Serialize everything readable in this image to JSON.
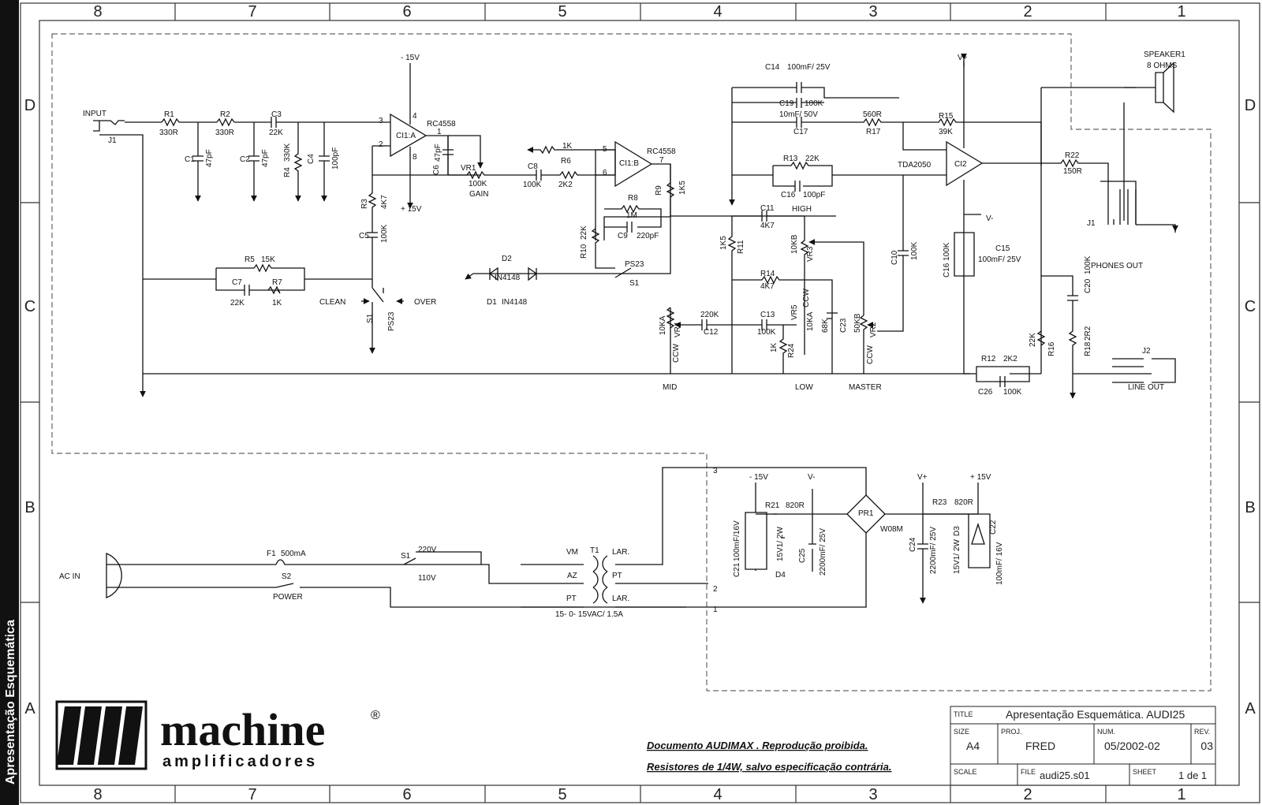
{
  "side_title": "Apresentação Esquemática",
  "zones": {
    "columns": [
      "8",
      "7",
      "6",
      "5",
      "4",
      "3",
      "2",
      "1"
    ],
    "rows": [
      "D",
      "C",
      "B",
      "A"
    ]
  },
  "brand": {
    "name": "machine",
    "registered": "®",
    "subtitle": "amplificadores"
  },
  "notes": {
    "line1": "Documento AUDIMAX . Reprodução proibida.",
    "line2": "Resistores de 1/4W, salvo especificação contrária."
  },
  "title_block": {
    "title_label": "TITLE",
    "title": "Apresentação Esquemática. AUDI25",
    "size_label": "SIZE",
    "size": "A4",
    "proj_label": "PROJ.",
    "proj": "FRED",
    "num_label": "NUM.",
    "num": "05/2002-02",
    "rev_label": "REV.",
    "rev": "03",
    "scale_label": "SCALE",
    "file_label": "FILE",
    "file": "audi25.s01",
    "sheet_label": "SHEET",
    "sheet": "1 de 1"
  },
  "labels": {
    "input": "INPUT",
    "j1": "J1",
    "r1": "R1",
    "r1v": "330R",
    "r2": "R2",
    "r2v": "330R",
    "c3": "C3",
    "c3v": "22K",
    "c1": "C1",
    "c1v": "47pF",
    "c2": "C2",
    "c2v": "47pF",
    "r4": "R4",
    "r4v": "330K",
    "c4": "C4",
    "c4v": "100pF",
    "m15a": "- 15V",
    "p15a": "+ 15V",
    "rc4558a": "RC4558",
    "ci1a": "CI1:A",
    "pin3": "3",
    "pin2": "2",
    "pin1": "1",
    "pin4": "4",
    "pin8": "8",
    "c6": "C6",
    "c6v": "47pF",
    "r3": "R3",
    "r3v": "4K7",
    "c5": "C5",
    "c5v": "100K",
    "vr1": "VR1",
    "vr1v": "100K",
    "gain": "GAIN",
    "c8": "C8",
    "c8v": "100K",
    "r6": "R6",
    "r6v1": "1K",
    "r6v2": "2K2",
    "pin5": "5",
    "pin6": "6",
    "pin7": "7",
    "ci1b": "CI1:B",
    "rc4558b": "RC4558",
    "r9": "R9",
    "r9v": "1K5",
    "r8": "R8",
    "r8v": "1M",
    "c9": "C9",
    "c9v": "220pF",
    "r10": "R10",
    "r10v": "22K",
    "ps23": "PS23",
    "s1": "S1",
    "d2": "D2",
    "d2v": "IN4148",
    "d1": "D1",
    "d1v": "IN4148",
    "r5": "R5",
    "r5v": "15K",
    "c7": "C7",
    "c7v": "22K",
    "r7": "R7",
    "r7v": "1K",
    "clean": "CLEAN",
    "over": "OVER",
    "s1b": "S1",
    "ps23b": "PS23",
    "c14": "C14",
    "c14v": "100mF/ 25V",
    "c19": "C19",
    "c19v": "100K",
    "c17v": "10mF/ 50V",
    "c17": "C17",
    "r17v": "560R",
    "r17": "R17",
    "r15": "R15",
    "r15v": "39K",
    "vplus": "V+",
    "r13": "R13",
    "r13v": "22K",
    "c16": "C16",
    "c16v": "100pF",
    "tda": "TDA2050",
    "ci2": "CI2",
    "c11": "C11",
    "c11v": "4K7",
    "high": "HIGH",
    "r11": "R11",
    "r11v": "1K5",
    "vr3": "VR3",
    "vr3v": "10KB",
    "c10": "C10",
    "c10v": "100K",
    "r14": "R14",
    "r14v": "4K7",
    "vr5": "VR5",
    "vr5v": "10KA",
    "c12v": "220K",
    "c12": "C12",
    "c13": "C13",
    "c13v": "100K",
    "vr4": "VR4",
    "vr4v": "10KA",
    "r24": "R24",
    "r24v": "1K",
    "c68k": "68K",
    "c23": "C23",
    "vr2": "VR2",
    "vr2v": "50KB",
    "cc": "CCW",
    "mid": "MID",
    "low": "LOW",
    "master": "MASTER",
    "vminus": "V-",
    "c16b": "C16 100K",
    "c15": "C15",
    "c15v": "100mF/ 25V",
    "speaker": "SPEAKER1",
    "ohms": "8 OHMS",
    "r22": "R22",
    "r22v": "150R",
    "j1b": "J1",
    "phones": "PHONES OUT",
    "r16": "R16",
    "r16v": "22K",
    "c20": "C20",
    "c20v": "100K",
    "r18": "R18",
    "r18v": "2R2",
    "r12": "R12",
    "r12v": "2K2",
    "c26": "C26",
    "c26v": "100K",
    "j2": "J2",
    "lineout": "LINE OUT",
    "acin": "AC IN",
    "f1": "F1",
    "f1v": "500mA",
    "s1c": "S1",
    "v220": "220V",
    "v110": "110V",
    "s2": "S2",
    "power": "POWER",
    "vm": "VM",
    "az": "AZ",
    "pt": "PT",
    "t1": "T1",
    "lar1": "LAR.",
    "pt2": "PT",
    "lar2": "LAR.",
    "trafo": "15- 0- 15VAC/ 1.5A",
    "n3": "3",
    "n2": "2",
    "n1": "1",
    "m15b": "- 15V",
    "vminus2": "V-",
    "vplus2": "V+",
    "p15b": "+ 15V",
    "r21": "R21",
    "r21v": "820R",
    "pr1": "PR1",
    "w08m": "W08M",
    "r23": "R23",
    "r23v": "820R",
    "c21": "C21",
    "c21v": "100mF/16V",
    "d4": "D4",
    "d4v": "15V1/ 2W",
    "c25": "C25",
    "c25v": "2200mF/ 25V",
    "c24": "C24",
    "c24v": "2200mF/ 25V",
    "d3": "D3",
    "d3v": "15V1/ 2W",
    "c22": "C22",
    "c22v": "100mF/ 16V"
  }
}
